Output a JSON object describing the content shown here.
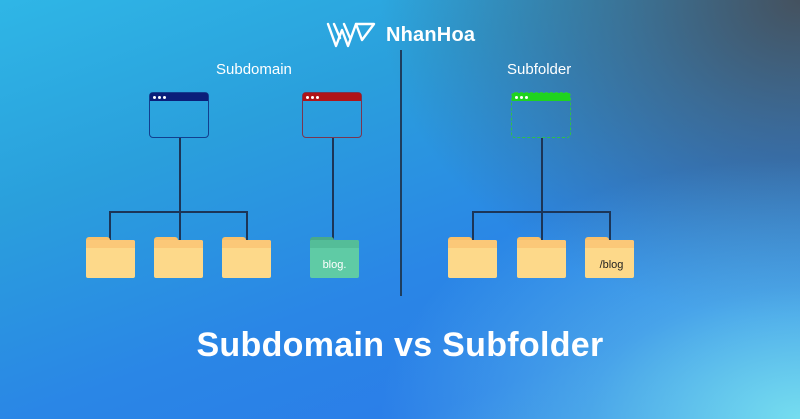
{
  "brand": {
    "name": "NhanHoa",
    "logo_icon": "nhanhoa-w-logo-icon"
  },
  "sections": {
    "left": {
      "label": "Subdomain"
    },
    "right": {
      "label": "Subfolder"
    }
  },
  "windows": [
    {
      "id": "subdomain-main",
      "bar_color": "#0b1f7a",
      "border_color": "#123f8f"
    },
    {
      "id": "subdomain-blog",
      "bar_color": "#b01418",
      "border_color": "#7a3550"
    },
    {
      "id": "subfolder-main",
      "bar_color": "#1fd31f",
      "border_color": "#2fc04a"
    }
  ],
  "folders": {
    "subdomain": [
      {
        "label": "",
        "color": "yellow"
      },
      {
        "label": "",
        "color": "yellow"
      },
      {
        "label": "",
        "color": "yellow"
      },
      {
        "label": "blog.",
        "color": "green"
      }
    ],
    "subfolder": [
      {
        "label": "",
        "color": "yellow"
      },
      {
        "label": "",
        "color": "yellow"
      },
      {
        "label": "/blog",
        "color": "yellow"
      }
    ]
  },
  "colors": {
    "folder_yellow": "#fdd98a",
    "folder_yellow_tab": "#f9c06a",
    "folder_green": "#5fcba5",
    "folder_green_tab": "#48a98a",
    "connector": "#1c3557"
  },
  "title": "Subdomain vs Subfolder"
}
